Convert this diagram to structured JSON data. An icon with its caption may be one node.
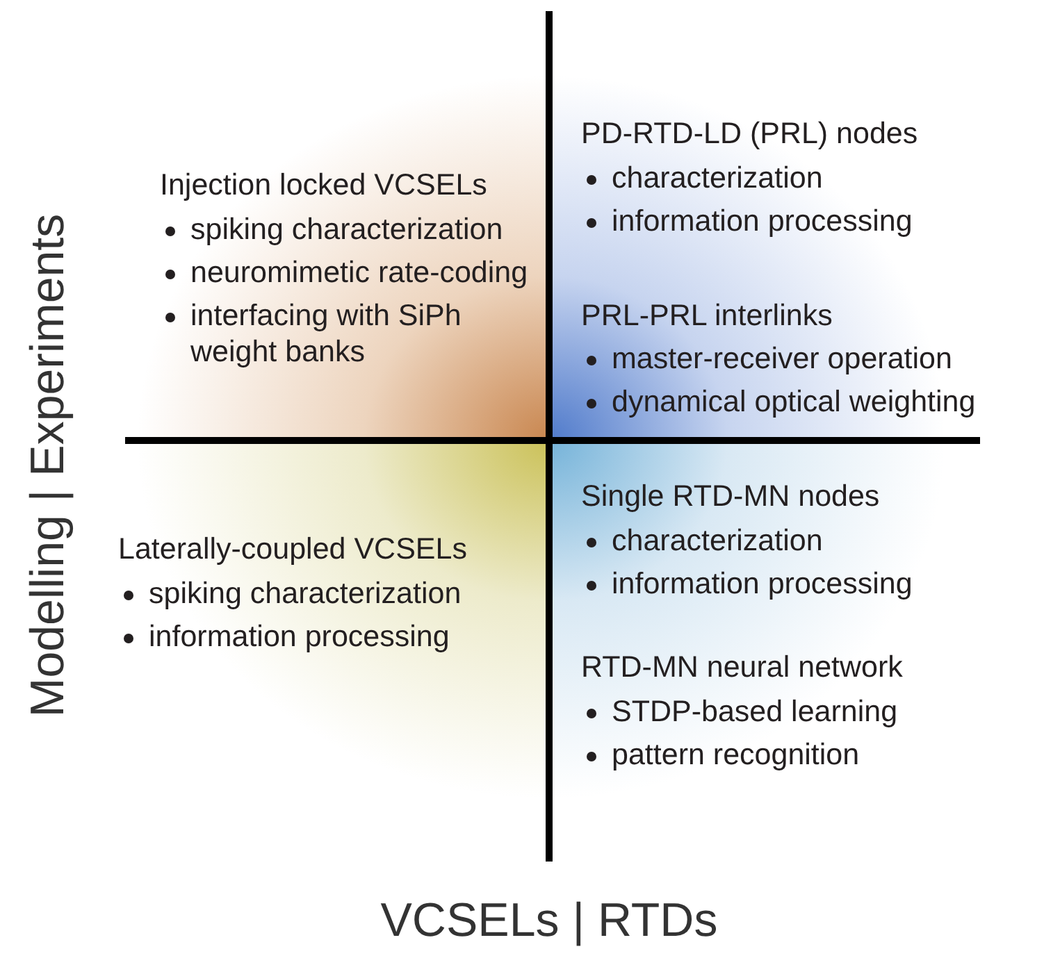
{
  "diagram": {
    "nodes": [
      {
        "text": [
          "Injection locked VCSELs",
          "spiking characterization",
          "neuromimetic rate-coding",
          "interfacing with SiPh weight banks"
        ]
      },
      {
        "text": [
          "PD-RTD-LD (PRL) nodes",
          "characterization",
          "information processing",
          "PRL-PRL interlinks",
          "master-receiver operation",
          "dynamical optical weighting"
        ]
      },
      {
        "text": [
          "Laterally-coupled VCSELs",
          "spiking characterization",
          "information processing"
        ]
      },
      {
        "text": [
          "Single RTD-MN nodes",
          "characterization",
          "information processing",
          "RTD-MN neural network",
          "STDP-based learning",
          "pattern recognition"
        ]
      }
    ],
    "edges": [],
    "labels": [
      "Modelling | Experiments",
      "VCSELs | RTDs"
    ]
  }
}
